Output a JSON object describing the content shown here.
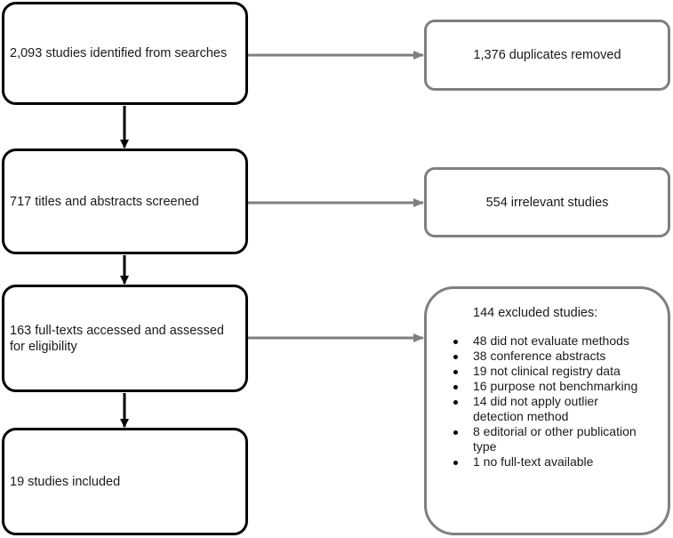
{
  "flow": {
    "identified": "2,093 studies identified from searches",
    "screened": "717 titles and abstracts screened",
    "fulltext": "163 full-texts accessed and assessed for eligibility",
    "included": "19 studies included"
  },
  "exclusions": {
    "duplicates": "1,376 duplicates removed",
    "irrelevant": "554 irrelevant studies",
    "excluded_title": "144 excluded studies:",
    "reasons": [
      "48 did not evaluate methods",
      "38 conference abstracts",
      "19 not clinical registry data",
      "16 purpose not benchmarking",
      "14 did not apply outlier detection method",
      "8 editorial or other publication type",
      "1 no full-text available"
    ]
  },
  "colors": {
    "main_border": "#000000",
    "side_border": "#7f7f7f",
    "arrow_main": "#000000",
    "arrow_side": "#7f7f7f"
  }
}
